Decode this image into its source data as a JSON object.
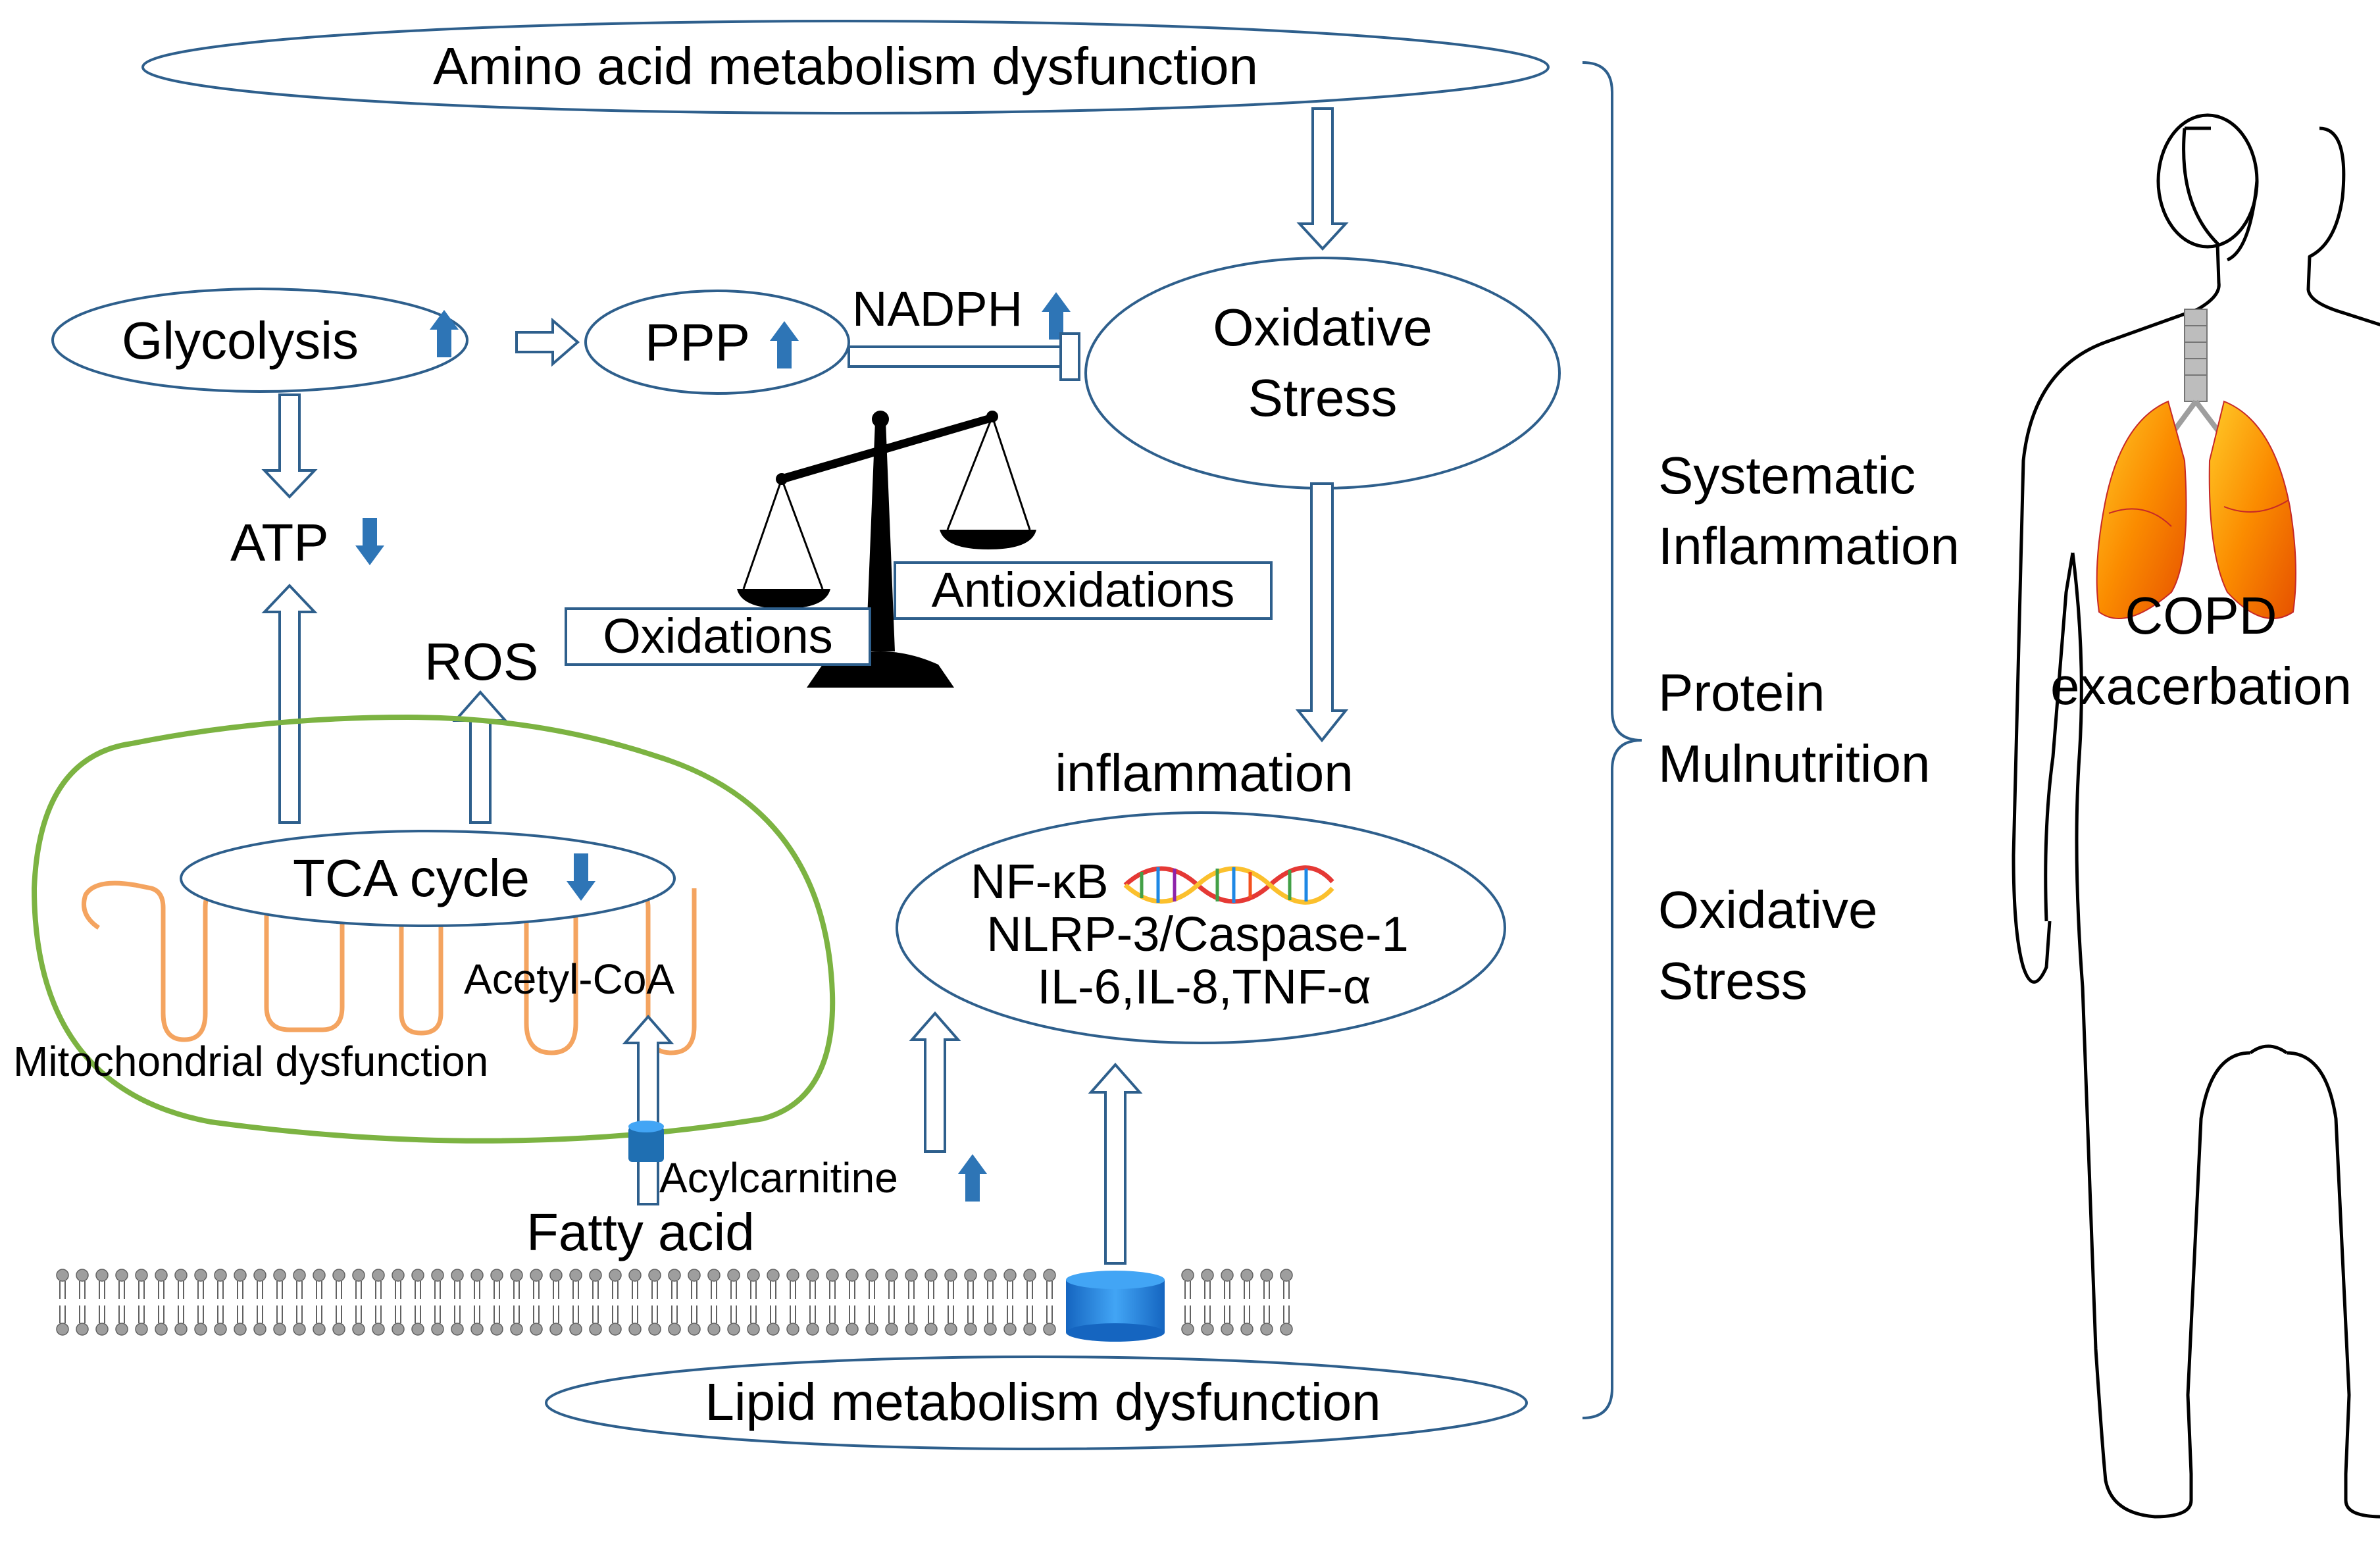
{
  "nodes": {
    "amino": "Amino acid metabolism dysfunction",
    "glycolysis": "Glycolysis",
    "ppp": "PPP",
    "nadph": "NADPH",
    "oxidative_stress_line1": "Oxidative",
    "oxidative_stress_line2": "Stress",
    "atp": "ATP",
    "ros": "ROS",
    "oxidations": "Oxidations",
    "antioxidations": "Antioxidations",
    "tca": "TCA cycle",
    "acetyl_coa": "Acetyl-CoA",
    "mito": "Mitochondrial dysfunction",
    "acylcarnitine": "Acylcarnitine",
    "fatty_acid": "Fatty acid",
    "inflammation": "inflammation",
    "nfkb": "NF-κB",
    "nlrp3": "NLRP-3/Caspase-1",
    "cytokines": "IL-6,IL-8,TNF-α",
    "lipid": "Lipid metabolism dysfunction"
  },
  "outcomes": {
    "systematic_line1": "Systematic",
    "systematic_line2": "Inflammation",
    "protein_line1": "Protein",
    "protein_line2": "Mulnutrition",
    "oxidative_line1": "Oxidative",
    "oxidative_line2": "Stress"
  },
  "body": {
    "copd_line1": "COPD",
    "copd_line2": "exacerbation"
  },
  "colors": {
    "outline": "#2e5f8c",
    "up_down_arrow": "#2e75b6",
    "mito_outer": "#7cb342",
    "mito_inner": "#f4a460",
    "lung": "#f57c00",
    "membrane_head": "#9e9e9e",
    "channel": "#1f6fb2"
  },
  "icons": {
    "up": "up-arrow-icon",
    "down": "down-arrow-icon",
    "balance": "balance-scale-icon",
    "dna": "dna-icon",
    "lungs": "lungs-icon",
    "human": "human-silhouette-icon"
  }
}
